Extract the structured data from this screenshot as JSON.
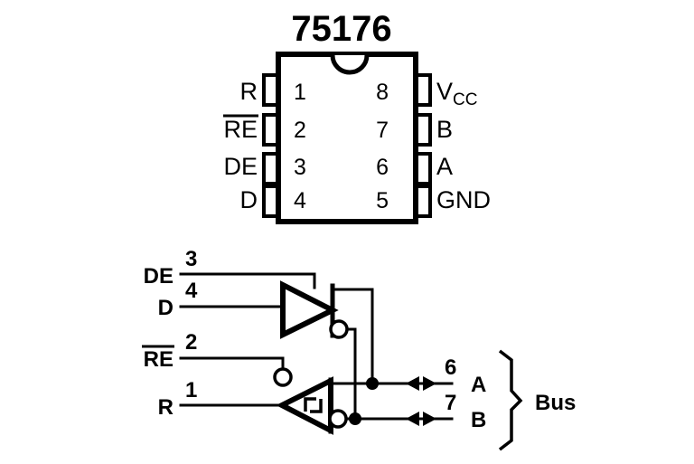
{
  "figure": {
    "title": "75176",
    "description": "RS-485 transceiver DIP-8 pinout and functional schematic"
  },
  "package": {
    "type": "DIP-8",
    "notch": "semicircle-top-center",
    "left_pins": [
      {
        "number": "1",
        "name": "R"
      },
      {
        "number": "2",
        "name": "RE",
        "overbar": true
      },
      {
        "number": "3",
        "name": "DE"
      },
      {
        "number": "4",
        "name": "D"
      }
    ],
    "right_pins": [
      {
        "number": "8",
        "name": "V",
        "subscript": "CC"
      },
      {
        "number": "7",
        "name": "B"
      },
      {
        "number": "6",
        "name": "A"
      },
      {
        "number": "5",
        "name": "GND"
      }
    ]
  },
  "schematic": {
    "inputs": [
      {
        "number": "3",
        "label": "DE",
        "overbar": false,
        "role": "driver-enable"
      },
      {
        "number": "4",
        "label": "D",
        "overbar": false,
        "role": "driver-input"
      },
      {
        "number": "2",
        "label": "RE",
        "overbar": true,
        "role": "receiver-enable"
      },
      {
        "number": "1",
        "label": "R",
        "overbar": false,
        "role": "receiver-output"
      }
    ],
    "outputs": [
      {
        "number": "6",
        "label": "A",
        "role": "bus-line-a"
      },
      {
        "number": "7",
        "label": "B",
        "role": "bus-line-b"
      }
    ],
    "bus_label": "Bus",
    "driver": {
      "symbol": "buffer-triangle",
      "inverted_output": true,
      "enable": "DE"
    },
    "receiver": {
      "symbol": "schmitt-trigger-triangle",
      "hysteresis": true,
      "inverted_input": true,
      "enable": "RE"
    }
  },
  "colors": {
    "ink": "#000000",
    "background": "#ffffff"
  }
}
